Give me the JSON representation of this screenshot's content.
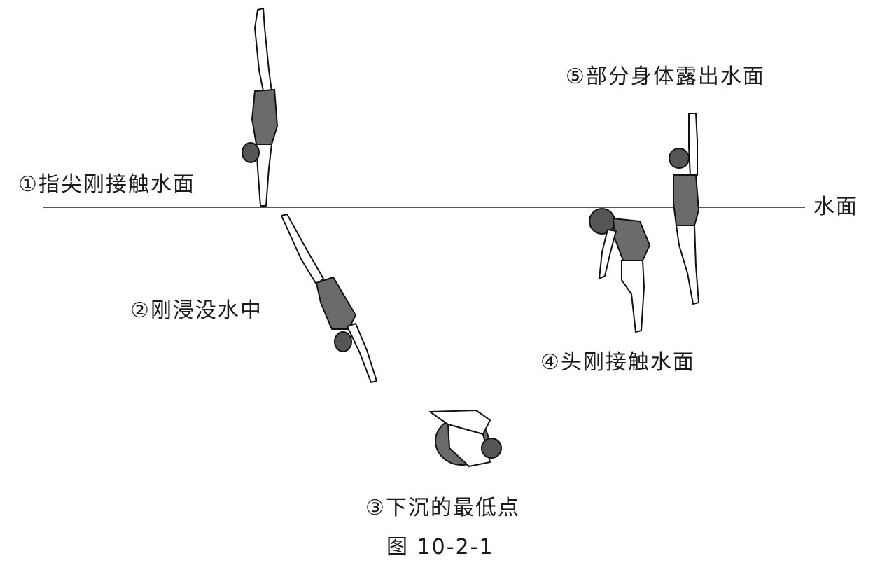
{
  "labels": {
    "stage1": "①指尖刚接触水面",
    "stage2": "②刚浸没水中",
    "stage3": "③下沉的最低点",
    "stage4": "④头刚接触水面",
    "stage5": "⑤部分身体露出水面",
    "water_surface": "水面"
  },
  "caption": "图 10-2-1",
  "colors": {
    "ink": "#1a1a1a",
    "swimsuit": "#6b6b6b",
    "line": "#555555"
  }
}
